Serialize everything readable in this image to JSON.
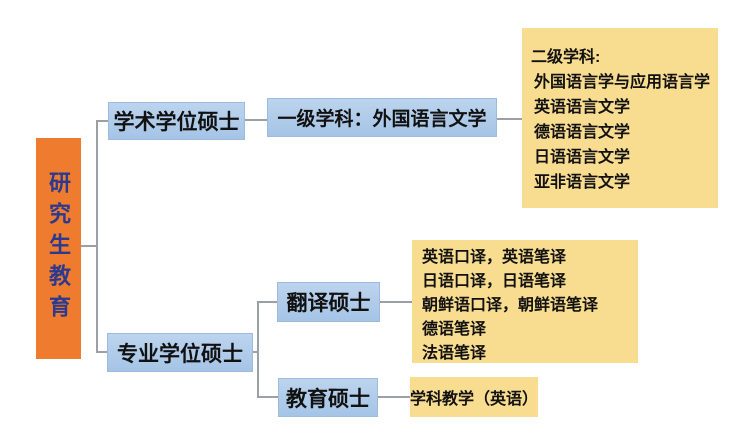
{
  "diagram": {
    "root": {
      "label": "研究生教育"
    },
    "academic": {
      "label": "学术学位硕士",
      "discipline": {
        "label": "一级学科：外国语言文学"
      },
      "secondary": {
        "heading": "二级学科:",
        "items": [
          "外国语言学与应用语言学",
          "英语语言文学",
          "德语语言文学",
          "日语语言文学",
          "亚非语言文学"
        ]
      }
    },
    "professional": {
      "label": "专业学位硕士",
      "translation": {
        "label": "翻译硕士",
        "programs": [
          "英语口译，英语笔译",
          "日语口译，日语笔译",
          "朝鲜语口译，朝鲜语笔译",
          "德语笔译",
          "法语笔译"
        ]
      },
      "education": {
        "label": "教育硕士",
        "program": "学科教学（英语）"
      }
    },
    "colors": {
      "root_fill": "#EF7B2E",
      "root_text": "#2B3A8F",
      "branch_fill": "#AECBEA",
      "leaf_fill": "#F8DC8F",
      "node_text": "#111111",
      "connector": "#9AA0A6",
      "background": "#FFFFFF"
    }
  }
}
